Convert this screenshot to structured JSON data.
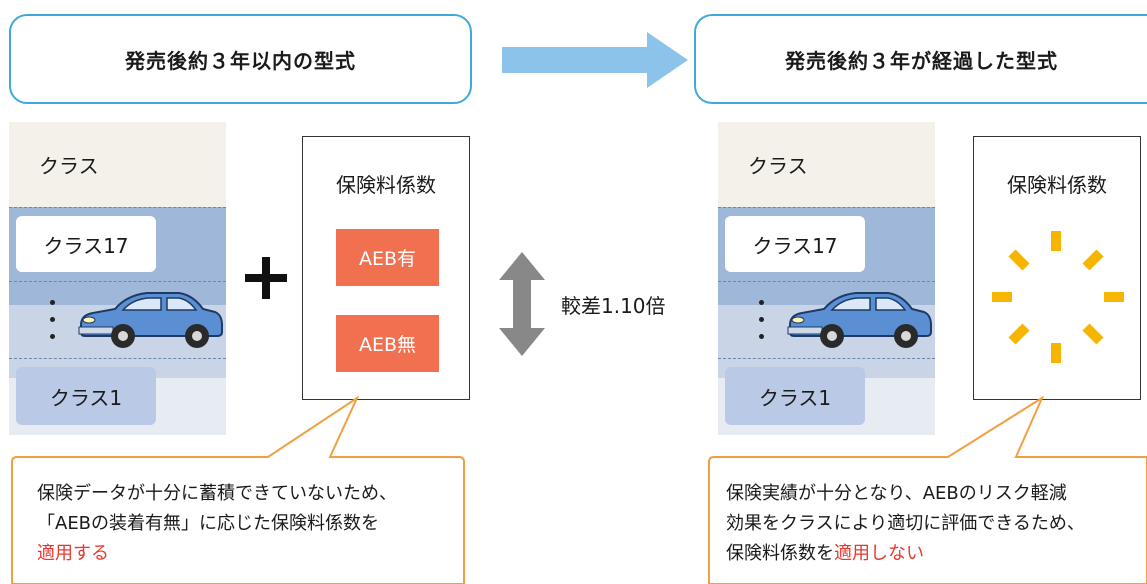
{
  "left": {
    "title": "発売後約３年以内の型式",
    "class_header": "クラス",
    "class_top": "クラス17",
    "class_bottom": "クラス1",
    "coef_title": "保険料係数",
    "aeb_yes": "AEB有",
    "aeb_no": "AEB無",
    "callout_line1": "保険データが十分に蓄積できていないため、",
    "callout_line2": "「AEBの装着有無」に応じた保険料係数を",
    "callout_highlight": "適用する"
  },
  "center": {
    "diff_label": "較差1.10倍"
  },
  "right": {
    "title": "発売後約３年が経過した型式",
    "class_header": "クラス",
    "class_top": "クラス17",
    "class_bottom": "クラス1",
    "coef_title": "保険料係数",
    "callout_line1": "保険実績が十分となり、AEBのリスク軽減",
    "callout_line2": "効果をクラスにより適切に評価できるため、",
    "callout_prefix": "保険料係数を",
    "callout_highlight": "適用しない"
  },
  "colors": {
    "title_border": "#3fa9dd",
    "arrow": "#8cc3ea",
    "aeb_badge": "#f07050",
    "callout_border": "#f0a040",
    "highlight_text": "#e8382e",
    "sparkle": "#f6b500",
    "car_body": "#5b8fd4"
  },
  "icons": [
    "right-arrow-icon",
    "plus-icon",
    "double-arrow-icon",
    "car-icon",
    "sparkle-icon"
  ]
}
